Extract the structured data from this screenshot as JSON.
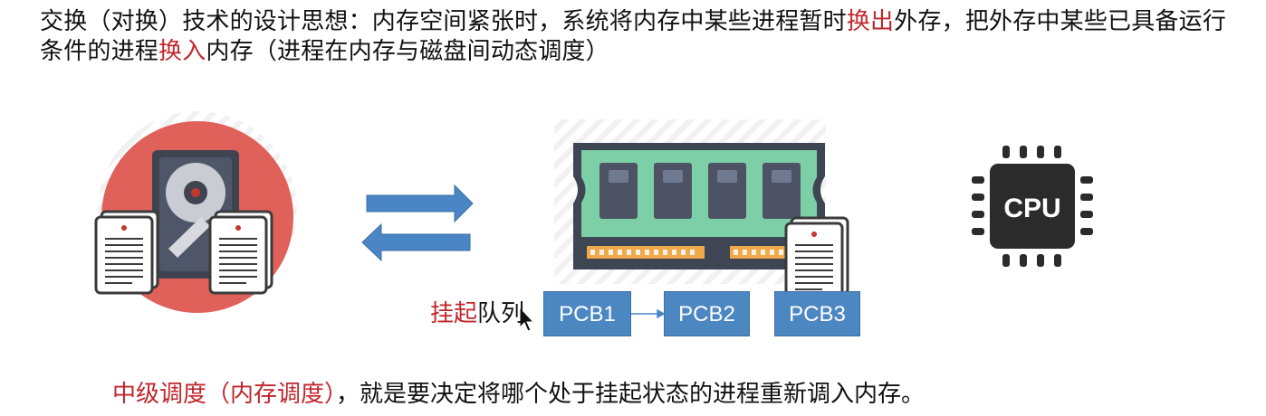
{
  "intro": {
    "part1": "交换（对换）技术的设计思想：内存空间紧张时，系统将内存中某些进程暂时",
    "swap_out": "换出",
    "part2": "外存，把外存中某些已具备运行条件的进程",
    "swap_in": "换入",
    "part3": "内存（进程在内存与磁盘间动态调度）"
  },
  "queue": {
    "suspend": "挂起",
    "queue": "队列"
  },
  "pcbs": [
    "PCB1",
    "PCB2",
    "PCB3"
  ],
  "cpu_label": "CPU",
  "bottom": {
    "highlight": "中级调度（内存调度）",
    "rest": "，就是要决定将哪个处于挂起状态的进程重新调入内存。"
  },
  "colors": {
    "accent_red": "#c0272d",
    "pcb_blue": "#4d87c2",
    "arrow_blue": "#4a86c5",
    "ram_green": "#7ccfa6",
    "disk_circle": "#e0605a",
    "cpu_dark": "#2b2b2b"
  },
  "icons": [
    "hard-disk-icon",
    "document-icon",
    "swap-arrows-icon",
    "ram-module-icon",
    "cpu-chip-icon",
    "mouse-cursor-icon"
  ]
}
